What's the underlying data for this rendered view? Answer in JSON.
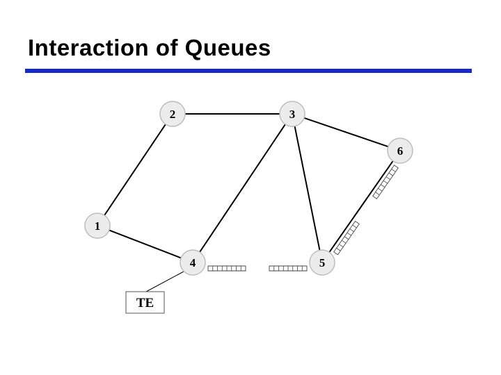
{
  "slide": {
    "title": "Interaction of Queues",
    "accent_color": "#1428cc"
  },
  "diagram": {
    "nodes": [
      {
        "id": "n1",
        "label": "1"
      },
      {
        "id": "n2",
        "label": "2"
      },
      {
        "id": "n3",
        "label": "3"
      },
      {
        "id": "n4",
        "label": "4"
      },
      {
        "id": "n5",
        "label": "5"
      },
      {
        "id": "n6",
        "label": "6"
      }
    ],
    "terminal": {
      "label": "TE"
    },
    "links": [
      [
        "n2",
        "n3"
      ],
      [
        "n2",
        "n1"
      ],
      [
        "n3",
        "n6"
      ],
      [
        "n3",
        "n4"
      ],
      [
        "n3",
        "n5"
      ],
      [
        "n1",
        "n4"
      ],
      [
        "n6",
        "n5"
      ]
    ],
    "queues": [
      {
        "id": "queue-4-out",
        "near": "n4",
        "toward": "n5"
      },
      {
        "id": "queue-5-in",
        "near": "n5",
        "toward": "n4"
      },
      {
        "id": "queue-6-out",
        "near": "n6",
        "toward": "n5"
      },
      {
        "id": "queue-5-in-from-6",
        "near": "n5",
        "toward": "n6"
      }
    ]
  }
}
